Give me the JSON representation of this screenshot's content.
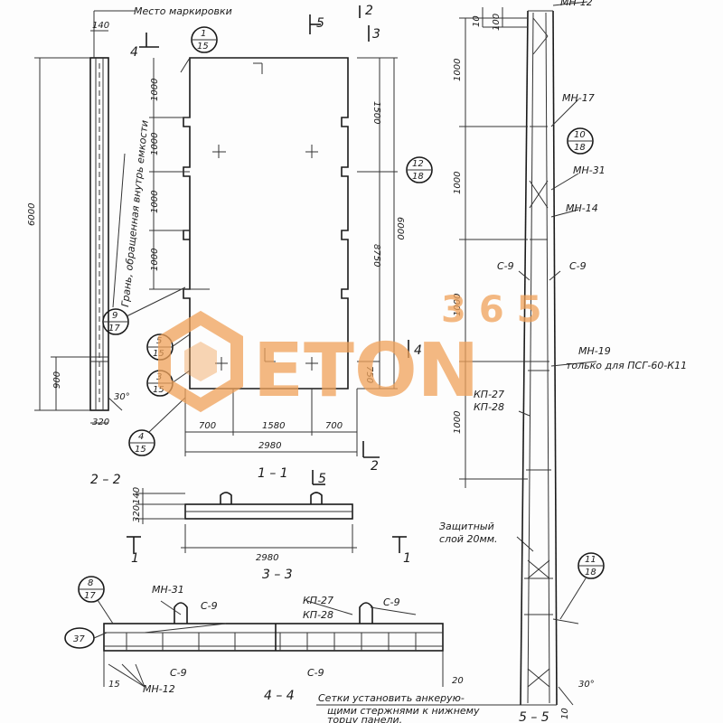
{
  "labels": {
    "marking_place": "Место маркировки",
    "face_inside": "Грань, обращенная внутрь емкости",
    "only_for": "только для ПСГ-60-К11",
    "protective_1": "Защитный",
    "protective_2": "слой 20мм.",
    "note_1": "Сетки установить анкерую-",
    "note_2": "щими стержнями к нижнему",
    "note_3": "торцу панели."
  },
  "sections": {
    "s22": "2 – 2",
    "s11": "1 – 1",
    "s33": "3 – 3",
    "s44": "4 – 4",
    "s55": "5 – 5"
  },
  "cut_marks": [
    "1",
    "1",
    "2",
    "2",
    "3",
    "4",
    "4",
    "5",
    "5"
  ],
  "callouts": [
    {
      "num": "1",
      "den": "15"
    },
    {
      "num": "12",
      "den": "18"
    },
    {
      "num": "10",
      "den": "18"
    },
    {
      "num": "9",
      "den": "17"
    },
    {
      "num": "5",
      "den": "15"
    },
    {
      "num": "3",
      "den": "15"
    },
    {
      "num": "4",
      "den": "15"
    },
    {
      "num": "8",
      "den": "17"
    },
    {
      "num": "11",
      "den": "18"
    },
    {
      "num": "37",
      "den": ""
    }
  ],
  "parts": {
    "mn12": "МН-12",
    "mn17": "МН-17",
    "mn31": "МН-31",
    "mn14": "МН-14",
    "mn19": "МН-19",
    "s9": "С-9",
    "kp27": "КП-27",
    "kp28": "КП-28"
  },
  "dims": {
    "d140": "140",
    "d6000": "6000",
    "d900": "900",
    "d320": "320",
    "d30deg": "30°",
    "d1000": "1000",
    "d1500": "1500",
    "d8750": "8750",
    "d750": "750",
    "d700": "700",
    "d1580": "1580",
    "d2980": "2980",
    "d10": "10",
    "d100": "100",
    "d15": "15",
    "d20": "20"
  },
  "watermark": {
    "top": "365",
    "main": "ETON"
  },
  "colors": {
    "ink": "#1a1a1a",
    "watermark": "#f0a25a"
  }
}
